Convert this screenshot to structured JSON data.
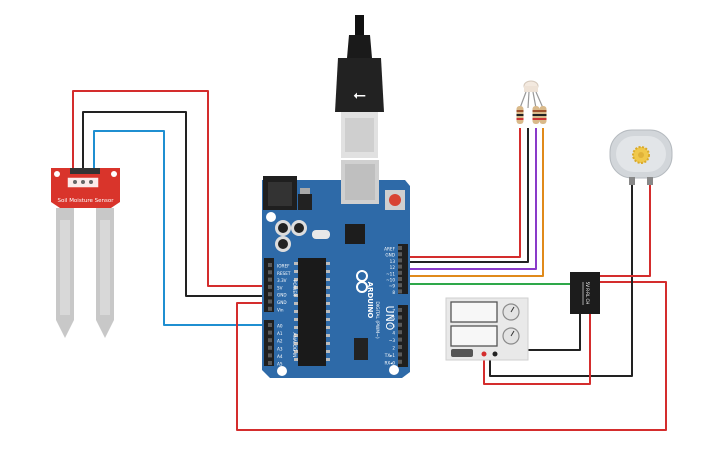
{
  "sensor": {
    "label": "Soil Moisture Sensor"
  },
  "arduino": {
    "logo_text": "ARDUINO",
    "model": "UNO",
    "power_header_title": "POWER",
    "analog_header_title": "ANALOG IN",
    "digital_header_title": "DIGITAL (PWM~)",
    "power_pins": [
      "IOREF",
      "RESET",
      "3.3V",
      "5V",
      "GND",
      "GND",
      "Vin"
    ],
    "analog_pins": [
      "A0",
      "A1",
      "A2",
      "A3",
      "A4",
      "A5"
    ],
    "digital_pins_top": [
      "AREF",
      "GND",
      "13",
      "12",
      "~11",
      "~10",
      "~9",
      "8"
    ],
    "digital_pins_bottom": [
      "7",
      "~6",
      "~5",
      "4",
      "~3",
      "2",
      "TX▸1",
      "RX◂0"
    ]
  },
  "relay": {
    "label": "5V R-RL CH"
  },
  "colors": {
    "wire_red": "#d42d2d",
    "wire_black": "#222222",
    "wire_blue": "#1f8fd1",
    "wire_purple": "#8a3ac9",
    "wire_orange": "#e08a1b",
    "wire_green": "#2ea84a",
    "arduino_blue": "#2e6aa8",
    "sensor_red": "#d9342b"
  }
}
